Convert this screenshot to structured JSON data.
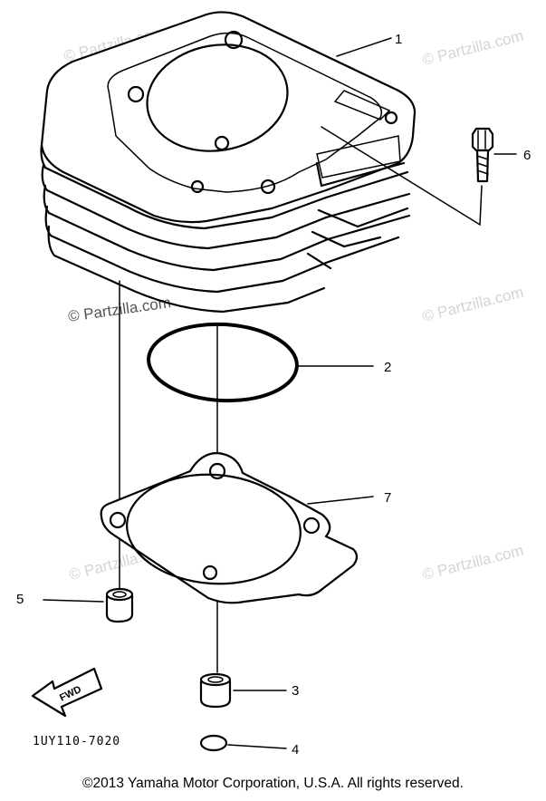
{
  "watermark_text": "© Partzilla.com",
  "callouts": [
    {
      "id": "part-1",
      "label": "1"
    },
    {
      "id": "part-2",
      "label": "2"
    },
    {
      "id": "part-3",
      "label": "3"
    },
    {
      "id": "part-4",
      "label": "4"
    },
    {
      "id": "part-5",
      "label": "5"
    },
    {
      "id": "part-6",
      "label": "6"
    },
    {
      "id": "part-7",
      "label": "7"
    }
  ],
  "fwd_label": "FWD",
  "diagram_code": "1UY110-7020",
  "copyright": "©2013  Yamaha Motor Corporation, U.S.A. All rights reserved."
}
